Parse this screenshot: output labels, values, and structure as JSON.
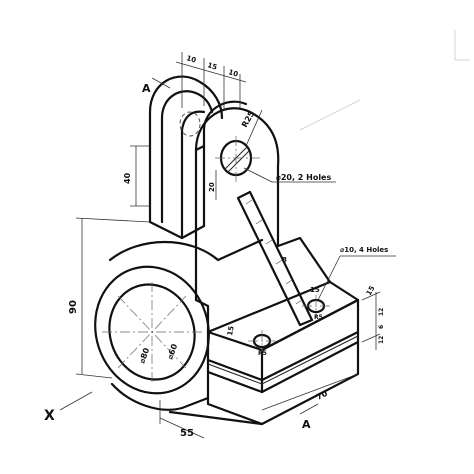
{
  "labels": {
    "view_a_top": "A",
    "view_a_bottom": "A",
    "x_axis": "X",
    "d_10_top": "10",
    "d_15_top": "15",
    "d_10_top_b": "10",
    "r_25": "R25",
    "d_40": "40",
    "d_20": "20",
    "phi_20_2holes": "⌀20, 2 Holes",
    "phi_10_4holes": "⌀10, 4 Holes",
    "d_8": "8",
    "d_90": "90",
    "phi_80": "⌀80",
    "phi_60": "⌀60",
    "d_15_base": "15",
    "r_5_left": "R5",
    "d_15_right": "15",
    "r_5_right": "R5",
    "d_15_side": "15",
    "d_12_side_a": "12",
    "d_6_side": "6",
    "d_12_side_b": "12",
    "d_55": "55",
    "d_70": "70"
  }
}
